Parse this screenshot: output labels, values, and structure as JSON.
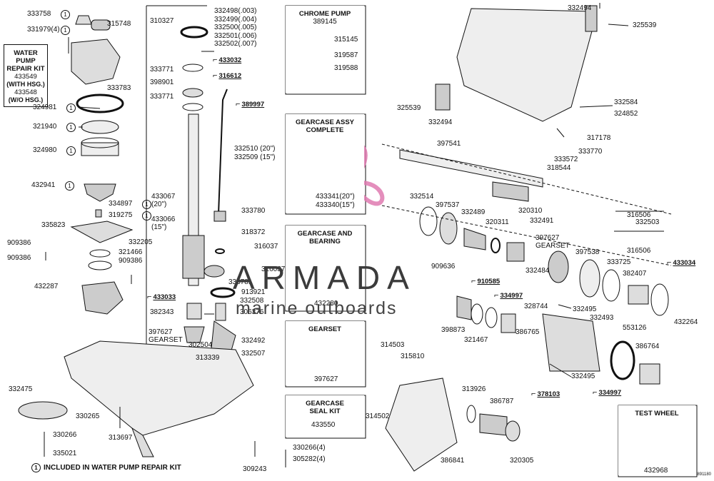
{
  "water_pump_kit": {
    "title": "WATER PUMP\nREPAIR KIT",
    "number": "433549",
    "with_hsg": "(WITH HSG.)",
    "number2": "433548",
    "wo_hsg": "(W/O HSG.)"
  },
  "chrome_pump": {
    "title": "CHROME PUMP",
    "number": "389145",
    "parts": [
      "315145",
      "319587",
      "319588"
    ]
  },
  "gearcase_assy": {
    "title": "GEARCASE ASSY\nCOMPLETE",
    "n20": "433341(20\")",
    "n15": "433340(15\")"
  },
  "gearcase_bearing": {
    "title": "GEARCASE AND\nBEARING",
    "number": "432280"
  },
  "gearset_box": {
    "title": "GEARSET",
    "number": "397627"
  },
  "seal_kit": {
    "title": "GEARCASE\nSEAL KIT",
    "number": "433550"
  },
  "test_wheel": {
    "title": "TEST WHEEL",
    "number": "432968"
  },
  "shim_list": [
    "332498(.003)",
    "332499(.004)",
    "332500(.005)",
    "332501(.006)",
    "332502(.007)"
  ],
  "tools": [
    "433032",
    "316612",
    "389997",
    "433033",
    "910585",
    "334997",
    "433034",
    "378103",
    "334997"
  ],
  "footnote": "INCLUDED IN WATER PUMP REPAIR KIT",
  "footnote_mark": "1",
  "watermark": {
    "brand": "ARMADA",
    "tagline": "marine outboards"
  },
  "corner_code": "891180",
  "labels": [
    {
      "t": "333758",
      "k": true
    },
    {
      "t": "331979(4)",
      "k": true
    },
    {
      "t": "315748"
    },
    {
      "t": "333783"
    },
    {
      "t": "324981",
      "k": true
    },
    {
      "t": "321940",
      "k": true
    },
    {
      "t": "324980",
      "k": true
    },
    {
      "t": "432941",
      "k": true
    },
    {
      "t": "334897",
      "k": true
    },
    {
      "t": "319275",
      "k": true
    },
    {
      "t": "335823"
    },
    {
      "t": "332205"
    },
    {
      "t": "321466"
    },
    {
      "t": "909386"
    },
    {
      "t": "909386"
    },
    {
      "t": "909386"
    },
    {
      "t": "432287"
    },
    {
      "t": "310327"
    },
    {
      "t": "333771"
    },
    {
      "t": "398901"
    },
    {
      "t": "333771"
    },
    {
      "t": "332510 (20\")"
    },
    {
      "t": "332509 (15\")"
    },
    {
      "t": "433067\n(20\")"
    },
    {
      "t": "433066\n(15\")"
    },
    {
      "t": "333780"
    },
    {
      "t": "318372"
    },
    {
      "t": "316037"
    },
    {
      "t": "316037"
    },
    {
      "t": "333781"
    },
    {
      "t": "913921"
    },
    {
      "t": "332508"
    },
    {
      "t": "382343"
    },
    {
      "t": "306376"
    },
    {
      "t": "397627\nGEARSET"
    },
    {
      "t": "302504"
    },
    {
      "t": "332492"
    },
    {
      "t": "313339"
    },
    {
      "t": "332507"
    },
    {
      "t": "332475"
    },
    {
      "t": "330265"
    },
    {
      "t": "330266"
    },
    {
      "t": "313697"
    },
    {
      "t": "335021"
    },
    {
      "t": "309243"
    },
    {
      "t": "330266(4)"
    },
    {
      "t": "305282(4)"
    },
    {
      "t": "332494"
    },
    {
      "t": "325539"
    },
    {
      "t": "325539"
    },
    {
      "t": "332494"
    },
    {
      "t": "332584"
    },
    {
      "t": "324852"
    },
    {
      "t": "317178"
    },
    {
      "t": "333770"
    },
    {
      "t": "333572"
    },
    {
      "t": "318544"
    },
    {
      "t": "397541"
    },
    {
      "t": "332514"
    },
    {
      "t": "397537"
    },
    {
      "t": "332489"
    },
    {
      "t": "320310"
    },
    {
      "t": "320311"
    },
    {
      "t": "332491"
    },
    {
      "t": "316506"
    },
    {
      "t": "332503"
    },
    {
      "t": "316506"
    },
    {
      "t": "397627\nGEARSET"
    },
    {
      "t": "397538"
    },
    {
      "t": "333725"
    },
    {
      "t": "332484"
    },
    {
      "t": "382407"
    },
    {
      "t": "432264"
    },
    {
      "t": "909636"
    },
    {
      "t": "398873"
    },
    {
      "t": "321467"
    },
    {
      "t": "386765"
    },
    {
      "t": "328744"
    },
    {
      "t": "332495"
    },
    {
      "t": "332493"
    },
    {
      "t": "553126"
    },
    {
      "t": "386764"
    },
    {
      "t": "332495"
    },
    {
      "t": "314503"
    },
    {
      "t": "315810"
    },
    {
      "t": "314502"
    },
    {
      "t": "313926"
    },
    {
      "t": "386787"
    },
    {
      "t": "386841"
    },
    {
      "t": "320305"
    }
  ]
}
